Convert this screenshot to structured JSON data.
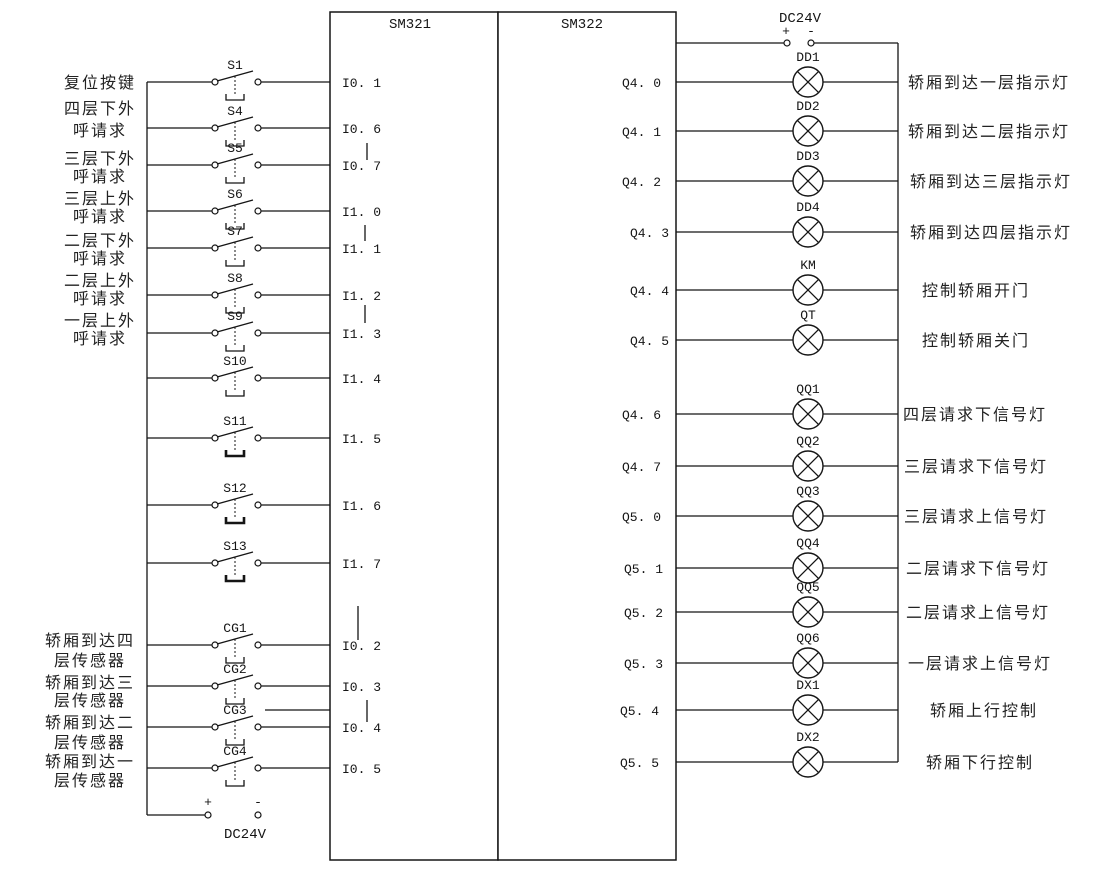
{
  "modules": {
    "input_title": "SM321",
    "output_title": "SM322"
  },
  "input_power": {
    "label": "DC24V",
    "plus": "+",
    "minus": "-"
  },
  "output_power": {
    "label": "DC24V",
    "plus": "+",
    "minus": "-"
  },
  "inputs": [
    {
      "switch": "S1",
      "address": "I0. 1",
      "desc": [
        "复位按键"
      ]
    },
    {
      "switch": "S4",
      "address": "I0. 6",
      "desc": [
        "四层下外",
        "呼请求"
      ]
    },
    {
      "switch": "S5",
      "address": "I0. 7",
      "desc": [
        "三层下外",
        "呼请求"
      ]
    },
    {
      "switch": "S6",
      "address": "I1. 0",
      "desc": [
        "三层上外",
        "呼请求"
      ]
    },
    {
      "switch": "S7",
      "address": "I1. 1",
      "desc": [
        "二层下外",
        "呼请求"
      ]
    },
    {
      "switch": "S8",
      "address": "I1. 2",
      "desc": [
        "二层上外",
        "呼请求"
      ]
    },
    {
      "switch": "S9",
      "address": "I1. 3",
      "desc": [
        "一层上外",
        "呼请求"
      ]
    },
    {
      "switch": "S10",
      "address": "I1. 4"
    },
    {
      "switch": "S11",
      "address": "I1. 5"
    },
    {
      "switch": "S12",
      "address": "I1. 6"
    },
    {
      "switch": "S13",
      "address": "I1. 7"
    },
    {
      "switch": "CG1",
      "address": "I0. 2",
      "desc": [
        "轿厢到达四",
        "层传感器"
      ]
    },
    {
      "switch": "CG2",
      "address": "I0. 3",
      "desc": [
        "轿厢到达三",
        "层传感器"
      ]
    },
    {
      "switch": "CG3",
      "address": "I0. 4",
      "desc": [
        "轿厢到达二",
        "层传感器"
      ]
    },
    {
      "switch": "CG4",
      "address": "I0. 5",
      "desc": [
        "轿厢到达一",
        "层传感器"
      ]
    }
  ],
  "outputs": [
    {
      "address": "Q4. 0",
      "device": "DD1",
      "desc": "轿厢到达一层指示灯"
    },
    {
      "address": "Q4. 1",
      "device": "DD2",
      "desc": "轿厢到达二层指示灯"
    },
    {
      "address": "Q4. 2",
      "device": "DD3",
      "desc": "轿厢到达三层指示灯"
    },
    {
      "address": "Q4. 3",
      "device": "DD4",
      "desc": "轿厢到达四层指示灯"
    },
    {
      "address": "Q4. 4",
      "device": "KM",
      "desc": "控制轿厢开门"
    },
    {
      "address": "Q4. 5",
      "device": "QT",
      "desc": "控制轿厢关门"
    },
    {
      "address": "Q4. 6",
      "device": "QQ1",
      "desc": "四层请求下信号灯"
    },
    {
      "address": "Q4. 7",
      "device": "QQ2",
      "desc": "三层请求下信号灯"
    },
    {
      "address": "Q5. 0",
      "device": "QQ3",
      "desc": "三层请求上信号灯"
    },
    {
      "address": "Q5. 1",
      "device": "QQ4",
      "desc": "二层请求下信号灯"
    },
    {
      "address": "Q5. 2",
      "device": "QQ5",
      "desc": "二层请求上信号灯"
    },
    {
      "address": "Q5. 3",
      "device": "QQ6",
      "desc": "一层请求上信号灯"
    },
    {
      "address": "Q5. 4",
      "device": "DX1",
      "desc": "轿厢上行控制"
    },
    {
      "address": "Q5. 5",
      "device": "DX2",
      "desc": "轿厢下行控制"
    }
  ]
}
